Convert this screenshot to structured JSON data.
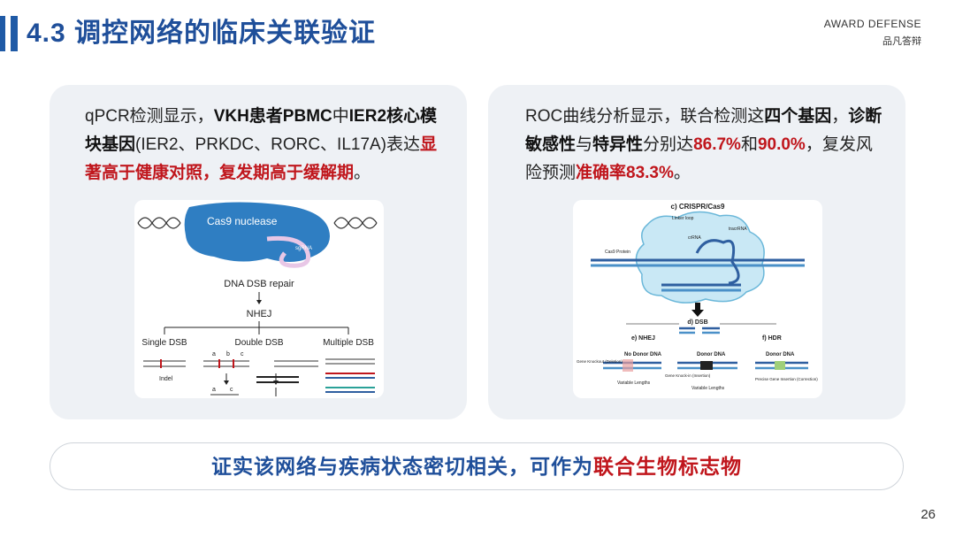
{
  "header": {
    "title": "4.3 调控网络的临床关联验证",
    "brand_en": "AWARD DEFENSE",
    "brand_zh": "品凡答辩"
  },
  "left_card": {
    "t1": "qPCR检测显示，",
    "t2": "VKH患者PBMC",
    "t3": "中",
    "t4": "IER2核心模块基因",
    "t5": "(IER2、PRKDC、RORC、IL17A)表达",
    "t6": "显著高于健康对照，复发期高于缓解期",
    "t7": "。",
    "figure": {
      "cas9": "Cas9 nuclease",
      "sgrna": "sgRNA",
      "repair": "DNA DSB repair",
      "nhej": "NHEJ",
      "single": "Single DSB",
      "double": "Double DSB",
      "multiple": "Multiple DSB",
      "indel": "Indel",
      "a": "a",
      "b": "b",
      "c": "c"
    }
  },
  "right_card": {
    "t1": "ROC曲线分析显示，联合检测这",
    "t2": "四个基因",
    "t3": "，",
    "t4": "诊断敏感性",
    "t5": "与",
    "t6": "特异性",
    "t7": "分别达",
    "t8": "86.7%",
    "t9": "和",
    "t10": "90.0%",
    "t11": "，复发风险预测",
    "t12": "准确率83.3%",
    "t13": "。",
    "figure": {
      "crispr": "c) CRISPR/Cas9",
      "linker": "Linker loop",
      "crrna": "crRNA",
      "tracr": "tracrRNA",
      "cas9p": "Cas9 Protein",
      "dsb": "d) DSB",
      "nhej": "e) NHEJ",
      "hdr": "f) HDR",
      "nodonor": "No Donor DNA",
      "donor": "Donor DNA",
      "donor2": "Donor DNA",
      "ko": "Gene Knockout (Deletion)",
      "ki": "Gene Knock-in (Insertion)",
      "var1": "Variable Lengths",
      "var2": "Variable Lengths",
      "precise": "Precise Gene Insertion (Correction)"
    }
  },
  "banner": {
    "text": "证实该网络与疾病状态密切相关，可作为",
    "highlight": "联合生物标志物"
  },
  "page_number": "26",
  "colors": {
    "title_blue": "#1f4f9a",
    "accent_red": "#c0161c",
    "card_bg": "#eef1f5"
  }
}
